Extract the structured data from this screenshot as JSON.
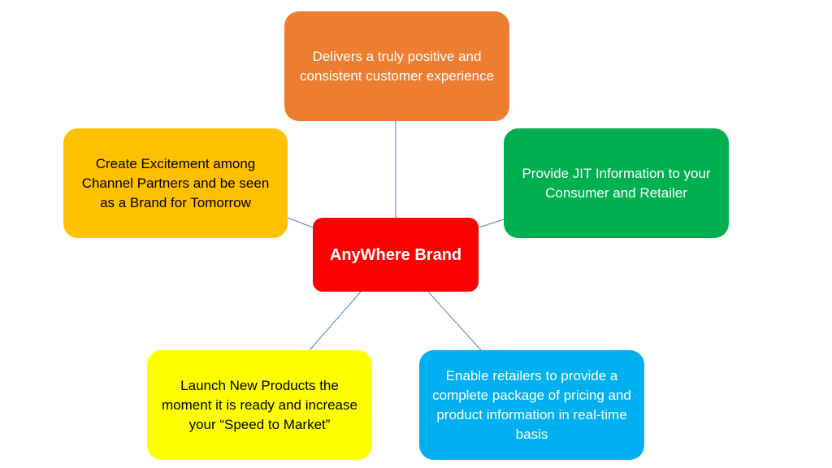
{
  "diagram": {
    "center": {
      "label": "AnyWhere Brand"
    },
    "nodes": {
      "top": {
        "label": "Delivers a truly positive and consistent customer experience"
      },
      "left": {
        "label": "Create Excitement among Channel Partners and be seen as a Brand for Tomorrow"
      },
      "right": {
        "label": "Provide JIT Information to your Consumer and Retailer"
      },
      "bottom_left": {
        "label": "Launch New Products the moment it is ready and increase your “Speed to Market”"
      },
      "bottom_right": {
        "label": "Enable retailers to provide a complete package of pricing and product information in real-time basis"
      }
    },
    "colors": {
      "center": "#FF0000",
      "top": "#ED7D31",
      "left": "#FFC000",
      "right": "#00B050",
      "bottom_left": "#FFFF00",
      "bottom_right": "#00B0F0",
      "connector": "#4F81BD"
    }
  }
}
